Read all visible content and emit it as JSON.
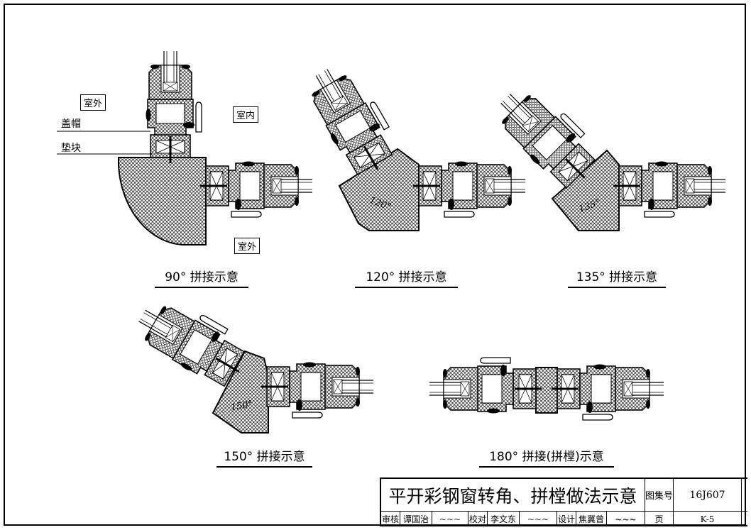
{
  "labels": {
    "outdoor_1": "室外",
    "indoor": "室内",
    "outdoor_2": "室外",
    "cap": "盖帽",
    "spacer": "垫块"
  },
  "angles": {
    "a120": "120°",
    "a135": "135°",
    "a150": "150°"
  },
  "captions": {
    "c90": "90° 拼接示意",
    "c120": "120° 拼接示意",
    "c135": "135° 拼接示意",
    "c150": "150° 拼接示意",
    "c180": "180° 拼接(拼樘)示意"
  },
  "title_block": {
    "title": "平开彩钢窗转角、拼樘做法示意",
    "atlas_label": "图集号",
    "atlas_no": "16J607",
    "review_label": "审核",
    "reviewer": "谭国治",
    "check_label": "校对",
    "checker": "李文东",
    "design_label": "设计",
    "designer": "焦冀曾",
    "page_label": "页",
    "page_no": "K-5"
  },
  "colors": {
    "line": "#000000",
    "paper": "#ffffff"
  }
}
